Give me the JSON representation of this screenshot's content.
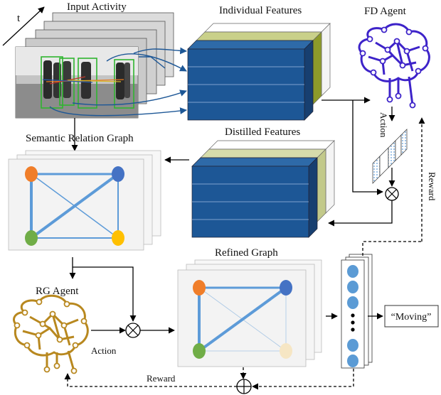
{
  "labels": {
    "time_axis": "t",
    "input_activity": "Input Activity",
    "individual_features": "Individual Features",
    "fd_agent": "FD Agent",
    "semantic_relation_graph": "Semantic Relation Graph",
    "distilled_features": "Distilled Features",
    "refined_graph": "Refined Graph",
    "rg_agent": "RG Agent",
    "action_fd": "Action",
    "reward_fd": "Reward",
    "action_rg": "Action",
    "reward_rg": "Reward",
    "output": "“Moving”"
  },
  "colors": {
    "feature_blue": "#1d5796",
    "feature_green_dark": "#8d9a2a",
    "feature_green_light": "#d6dcab",
    "graph_edge": "#5d9bd8",
    "node_orange": "#f07e2a",
    "node_blue": "#4472c4",
    "node_green": "#70ad47",
    "node_yellow": "#ffc000",
    "node_cream": "#f6e6c4",
    "fd_agent": "#3d23c9",
    "rg_agent": "#b8881f",
    "output_node": "#5b9bd5"
  },
  "icons": {
    "combine_multiply": "circled-times-icon",
    "combine_add": "circled-plus-icon"
  }
}
